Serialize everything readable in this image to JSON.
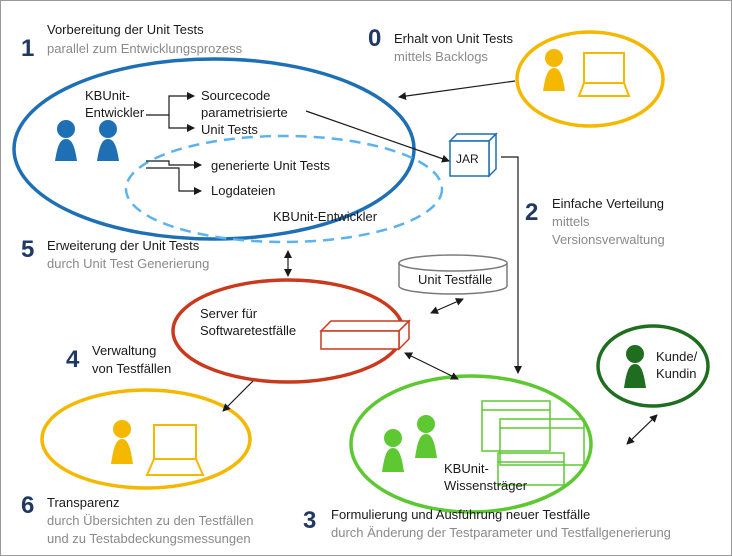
{
  "colors": {
    "dark_blue_number": "#1f3864",
    "blue": "#1f6fb5",
    "light_blue": "#5bb3ee",
    "yellow": "#f5b800",
    "red": "#c8391d",
    "green": "#5dc832",
    "dark_green": "#1f6e1f",
    "gray": "#8a8a8a"
  },
  "steps": [
    {
      "number": "1",
      "title": "Vorbereitung der Unit Tests",
      "subtitle": "parallel zum Entwicklungsprozess"
    },
    {
      "number": "0",
      "title": "Erhalt von Unit Tests",
      "subtitle": "mittels Backlogs"
    },
    {
      "number": "2",
      "title": "Einfache Verteilung",
      "subtitle_1": "mittels",
      "subtitle_2": "Versionsverwaltung"
    },
    {
      "number": "5",
      "title": "Erweiterung der Unit Tests",
      "subtitle": "durch Unit Test Generierung"
    },
    {
      "number": "4",
      "title_1": "Verwaltung",
      "title_2": "von Testfällen"
    },
    {
      "number": "6",
      "title": "Transparenz",
      "subtitle_1": "durch Übersichten zu den Testfällen",
      "subtitle_2": "und zu Testabdeckungsmessungen"
    },
    {
      "number": "3",
      "title": "Formulierung und Ausführung neuer Testfälle",
      "subtitle": "durch Änderung der Testparameter und Testfallgenerierung"
    }
  ],
  "developer_ellipse": {
    "role_1": "KBUnit-",
    "role_2": "Entwickler",
    "outputs_1": "Sourcecode",
    "outputs_2": "parametrisierte",
    "outputs_3": "Unit Tests",
    "generated_1": "generierte Unit Tests",
    "generated_2": "Logdateien",
    "dashed_label": "KBUnit-Entwickler"
  },
  "jar_label": "JAR",
  "database_label": "Unit Testfälle",
  "server": {
    "line_1": "Server für",
    "line_2": "Softwaretestfälle"
  },
  "knowledge_ellipse": {
    "line_1": "KBUnit-",
    "line_2": "Wissensträger"
  },
  "customer": {
    "line_1": "Kunde/",
    "line_2": "Kundin"
  }
}
